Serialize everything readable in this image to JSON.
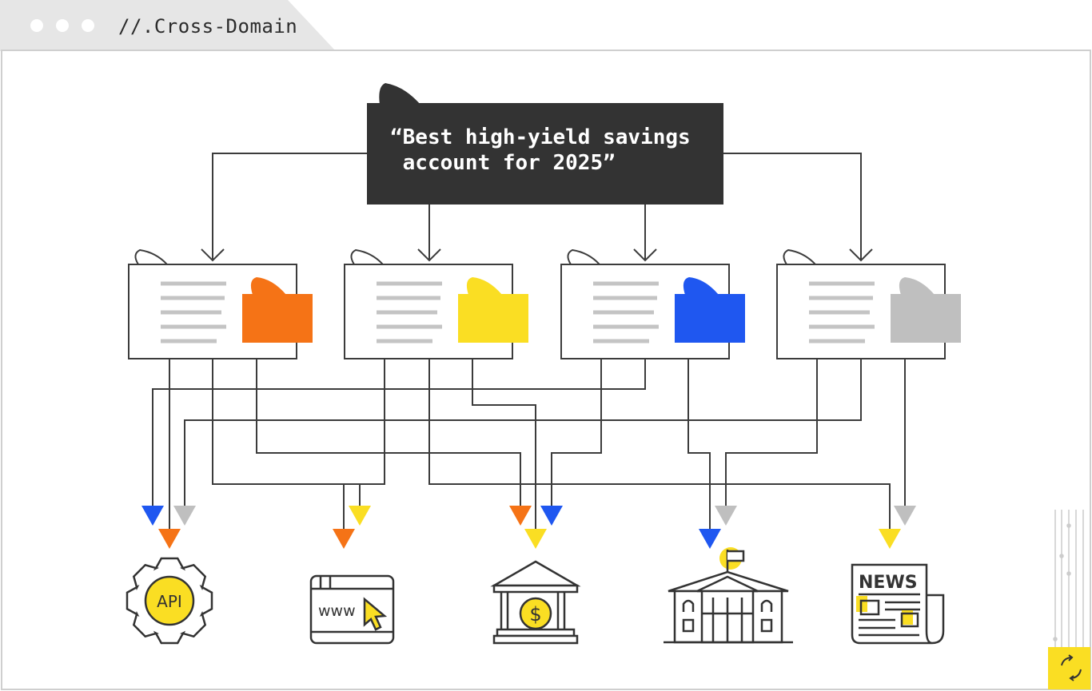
{
  "window": {
    "title": "//.Cross-Domain"
  },
  "query": {
    "line1": "“Best high-yield savings",
    "line2": " account for 2025”"
  },
  "colors": {
    "orange": "#F57316",
    "yellow": "#FADE23",
    "blue": "#1F57F0",
    "gray": "#BFBFBF",
    "dark": "#333333",
    "stroke": "#3c3c3c"
  },
  "cards": [
    {
      "accent": "orange"
    },
    {
      "accent": "yellow"
    },
    {
      "accent": "blue"
    },
    {
      "accent": "gray"
    }
  ],
  "destinations": [
    {
      "icon": "api-gear-icon",
      "label": "API"
    },
    {
      "icon": "website-browser-icon",
      "label": "www"
    },
    {
      "icon": "bank-dollar-icon",
      "label": "$"
    },
    {
      "icon": "government-building-icon",
      "label": ""
    },
    {
      "icon": "newspaper-icon",
      "label": "NEWS"
    }
  ]
}
